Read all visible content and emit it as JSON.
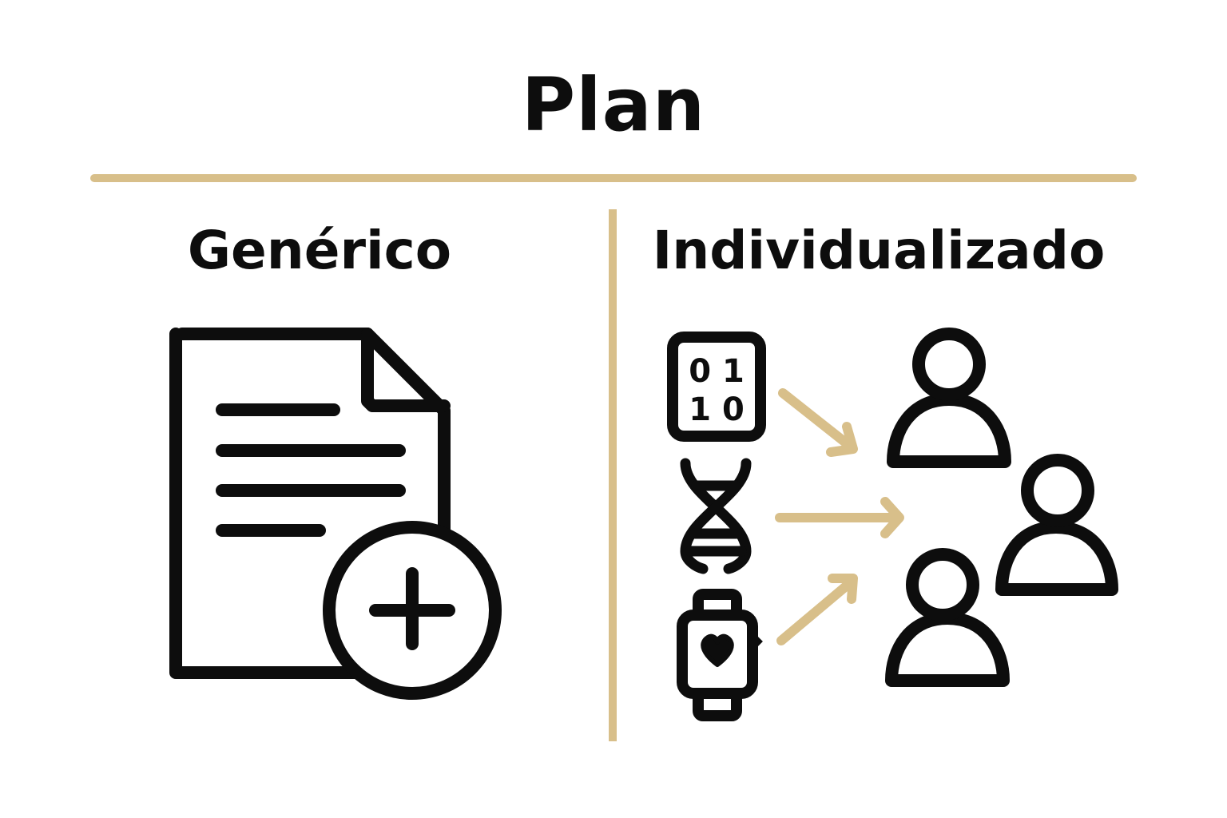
{
  "title": "Plan",
  "left_heading": "Genérico",
  "right_heading": "Individualizado",
  "binary_digits": {
    "row1": "0 1",
    "row2": "1 0"
  },
  "colors": {
    "accent": "#d8bf8a",
    "ink": "#0d0d0d",
    "background": "#ffffff"
  },
  "icons": {
    "left": [
      "document-icon",
      "plus-circle-icon"
    ],
    "right_sources": [
      "binary-data-icon",
      "dna-icon",
      "smartwatch-heart-icon"
    ],
    "right_targets": [
      "person-icon",
      "person-icon",
      "person-icon"
    ],
    "connectors": [
      "arrow-icon",
      "arrow-icon",
      "arrow-icon"
    ]
  }
}
